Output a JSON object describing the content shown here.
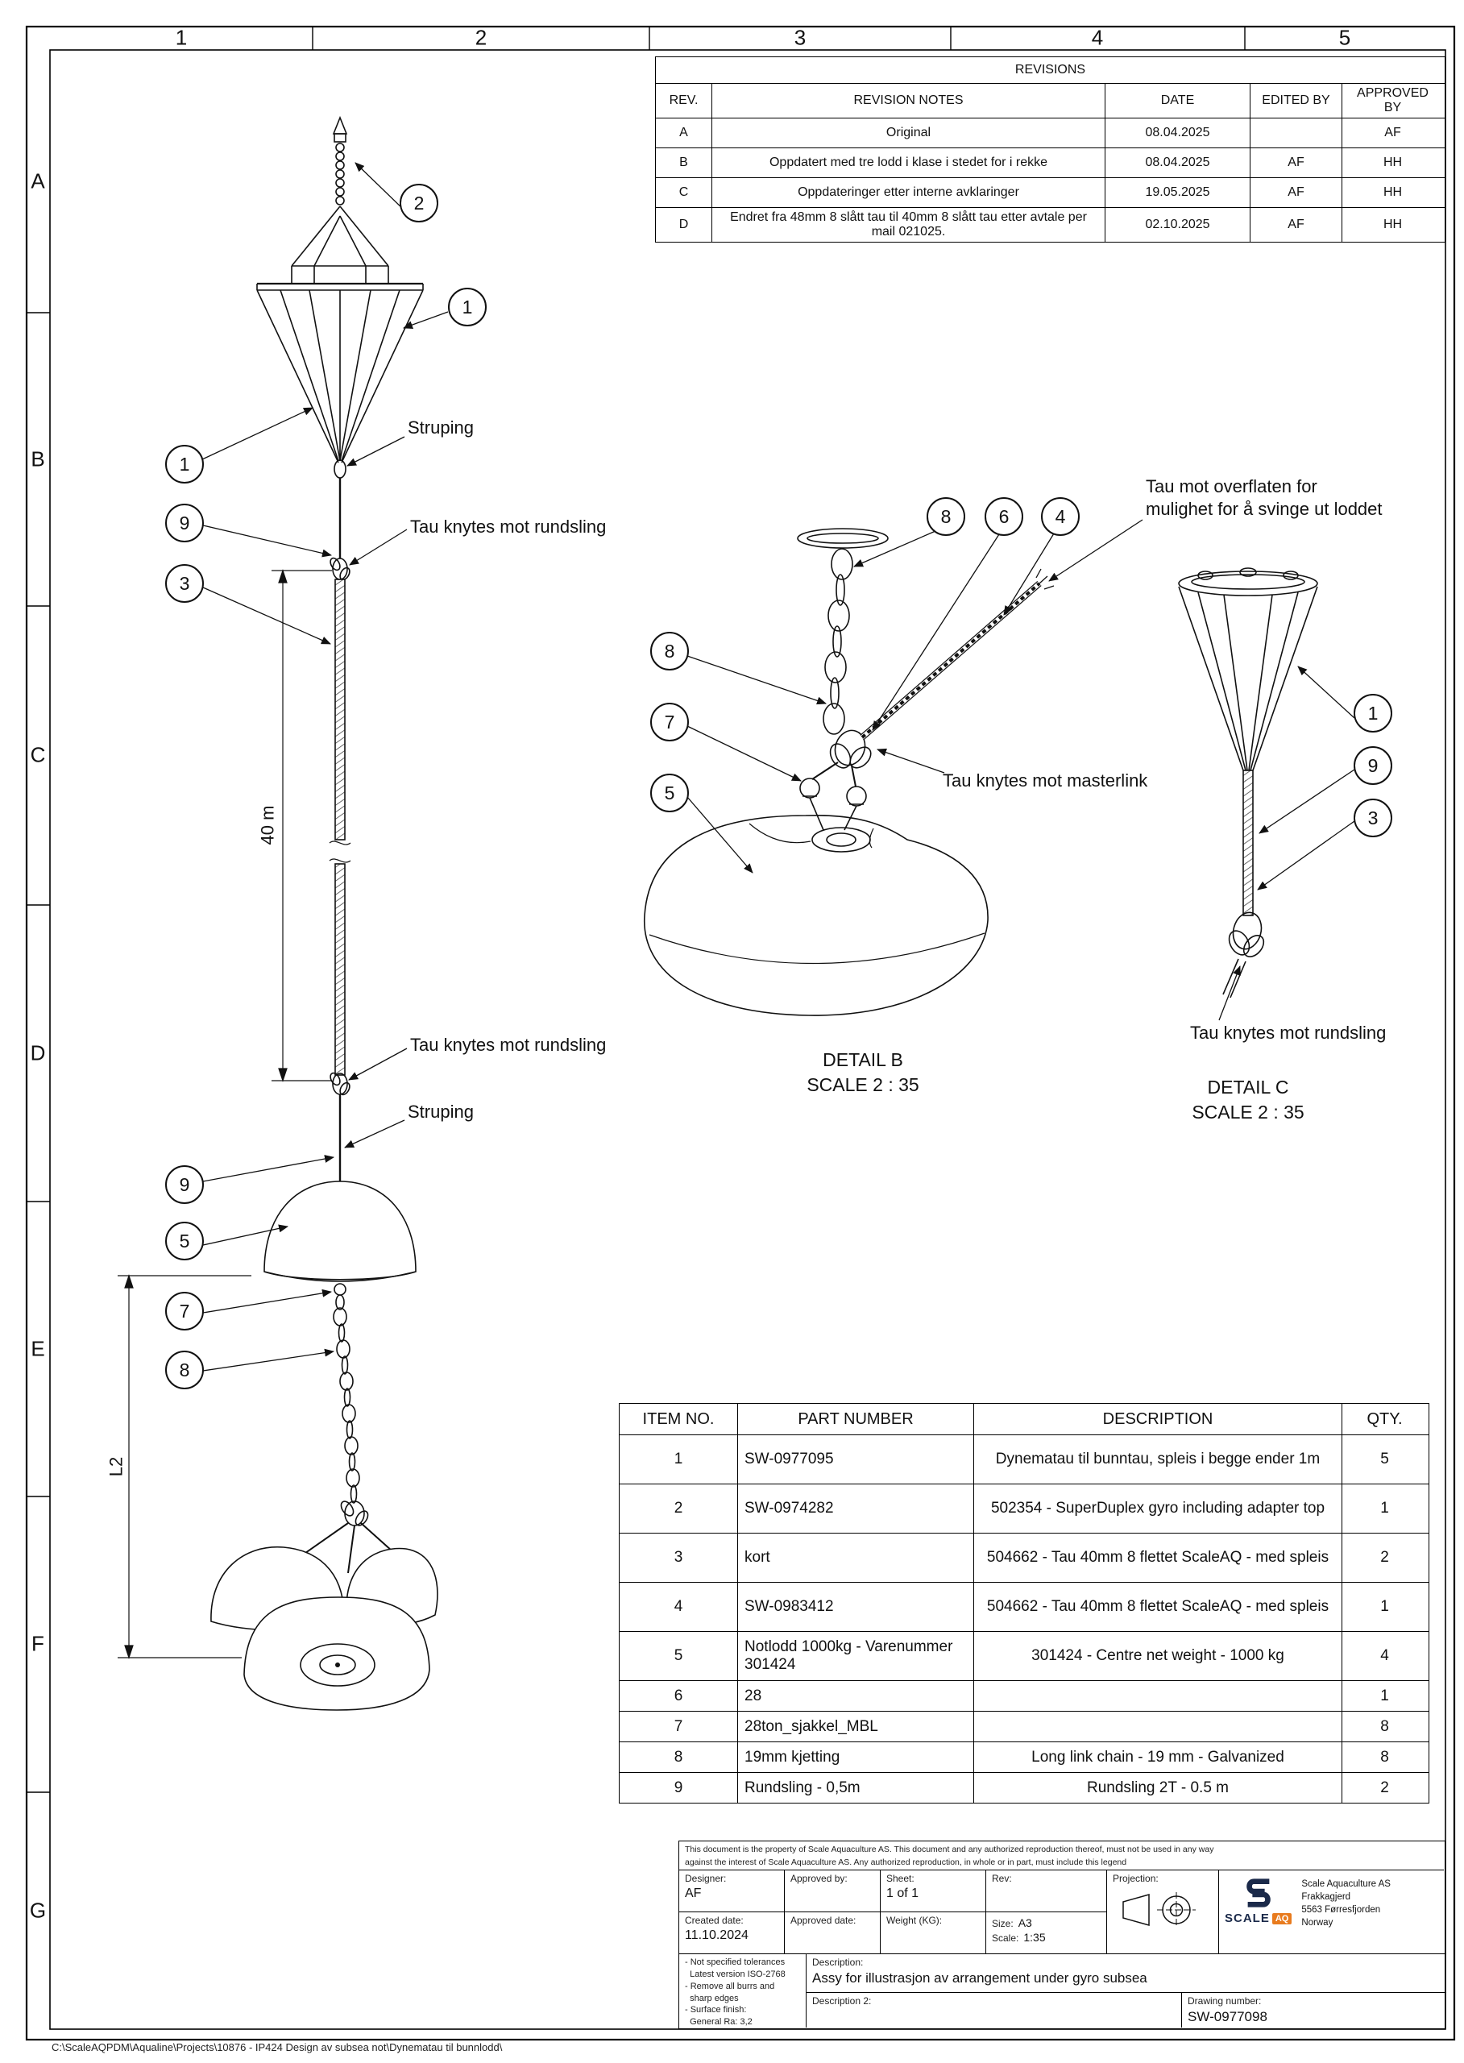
{
  "sheet": {
    "columns": [
      "1",
      "2",
      "3",
      "4",
      "5"
    ],
    "rows": [
      "A",
      "B",
      "C",
      "D",
      "E",
      "F",
      "G"
    ],
    "footer_path": "C:\\ScaleAQPDM\\Aqualine\\Projects\\10876 - IP424 Design av subsea not\\Dynematau til bunnlodd\\"
  },
  "revisions": {
    "title": "REVISIONS",
    "headers": [
      "REV.",
      "REVISION NOTES",
      "DATE",
      "EDITED BY",
      "APPROVED BY"
    ],
    "rows": [
      {
        "rev": "A",
        "notes": "Original",
        "date": "08.04.2025",
        "edited_by": "",
        "approved_by": "AF"
      },
      {
        "rev": "B",
        "notes": "Oppdatert med tre lodd i klase i stedet for i rekke",
        "date": "08.04.2025",
        "edited_by": "AF",
        "approved_by": "HH"
      },
      {
        "rev": "C",
        "notes": "Oppdateringer etter interne avklaringer",
        "date": "19.05.2025",
        "edited_by": "AF",
        "approved_by": "HH"
      },
      {
        "rev": "D",
        "notes": "Endret fra 48mm 8 slått tau til 40mm 8 slått tau etter avtale per mail 021025.",
        "date": "02.10.2025",
        "edited_by": "AF",
        "approved_by": "HH"
      }
    ]
  },
  "main_view": {
    "callouts": [
      "2",
      "1",
      "1",
      "9",
      "3",
      "9",
      "5",
      "7",
      "8"
    ],
    "labels": {
      "struping_top": "Struping",
      "tau_rundsling_top": "Tau knytes mot rundsling",
      "dim_40m": "40 m",
      "tau_rundsling_mid": "Tau knytes mot rundsling",
      "struping_mid": "Struping",
      "dim_l2": "L2"
    }
  },
  "detail_b": {
    "title": "DETAIL B",
    "scale": "SCALE 2 : 35",
    "callouts": [
      "8",
      "6",
      "4",
      "8",
      "7",
      "5"
    ],
    "labels": {
      "tau_overflaten": "Tau mot overflaten for\nmulighet for å svinge ut loddet",
      "tau_masterlink": "Tau knytes mot masterlink"
    }
  },
  "detail_c": {
    "title": "DETAIL C",
    "scale": "SCALE 2 : 35",
    "callouts": [
      "1",
      "9",
      "3"
    ],
    "labels": {
      "tau_rundsling": "Tau knytes mot rundsling"
    }
  },
  "bom": {
    "headers": [
      "ITEM NO.",
      "PART NUMBER",
      "DESCRIPTION",
      "QTY."
    ],
    "rows": [
      {
        "item": "1",
        "part": "SW-0977095",
        "description": "Dynematau til bunntau, spleis i begge ender 1m",
        "qty": "5"
      },
      {
        "item": "2",
        "part": "SW-0974282",
        "description": "502354 - SuperDuplex gyro including adapter top",
        "qty": "1"
      },
      {
        "item": "3",
        "part": "kort",
        "description": "504662 - Tau 40mm 8 flettet ScaleAQ - med spleis",
        "qty": "2"
      },
      {
        "item": "4",
        "part": "SW-0983412",
        "description": "504662 - Tau 40mm 8 flettet ScaleAQ - med spleis",
        "qty": "1"
      },
      {
        "item": "5",
        "part": "Notlodd 1000kg - Varenummer 301424",
        "description": "301424 - Centre net weight - 1000 kg",
        "qty": "4"
      },
      {
        "item": "6",
        "part": "28",
        "description": "",
        "qty": "1"
      },
      {
        "item": "7",
        "part": "28ton_sjakkel_MBL",
        "description": "",
        "qty": "8"
      },
      {
        "item": "8",
        "part": "19mm kjetting",
        "description": "Long link chain - 19 mm - Galvanized",
        "qty": "8"
      },
      {
        "item": "9",
        "part": "Rundsling - 0,5m",
        "description": "Rundsling 2T - 0.5 m",
        "qty": "2"
      }
    ]
  },
  "title_block": {
    "legal": "This document is the property of Scale Aquaculture AS. This document and any authorized reproduction thereof, must not be used in any way\nagainst the interest of Scale Aquaculture AS. Any authorized reproduction, in whole or in part, must include this legend",
    "designer_label": "Designer:",
    "designer_value": "AF",
    "approved_by_label": "Approved by:",
    "approved_by_value": "",
    "sheet_label": "Sheet:",
    "sheet_value": "1  of  1",
    "rev_label": "Rev:",
    "rev_value": "",
    "projection_label": "Projection:",
    "created_date_label": "Created date:",
    "created_date_value": "11.10.2024",
    "approved_date_label": "Approved date:",
    "approved_date_value": "",
    "weight_label": "Weight (KG):",
    "weight_value": "",
    "size_label": "Size:",
    "size_value": "A3",
    "scale_label": "Scale:",
    "scale_value": "1:35",
    "tolerances": "- Not specified tolerances\n  Latest version ISO-2768\n- Remove all burrs and\n  sharp edges\n- Surface finish:\n  General Ra: 3,2",
    "description_label": "Description:",
    "description_value": "Assy for illustrasjon av arrangement under gyro subsea",
    "description2_label": "Description 2:",
    "description2_value": "",
    "drawing_number_label": "Drawing number:",
    "drawing_number_value": "SW-0977098",
    "accent_color": "#e87b1e",
    "company": {
      "logo_text": "SCALE",
      "logo_accent": "AQ",
      "name": "Scale Aquaculture AS",
      "address1": "Frakkagjerd",
      "address2": "5563 Førresfjorden",
      "address3": "Norway"
    }
  }
}
